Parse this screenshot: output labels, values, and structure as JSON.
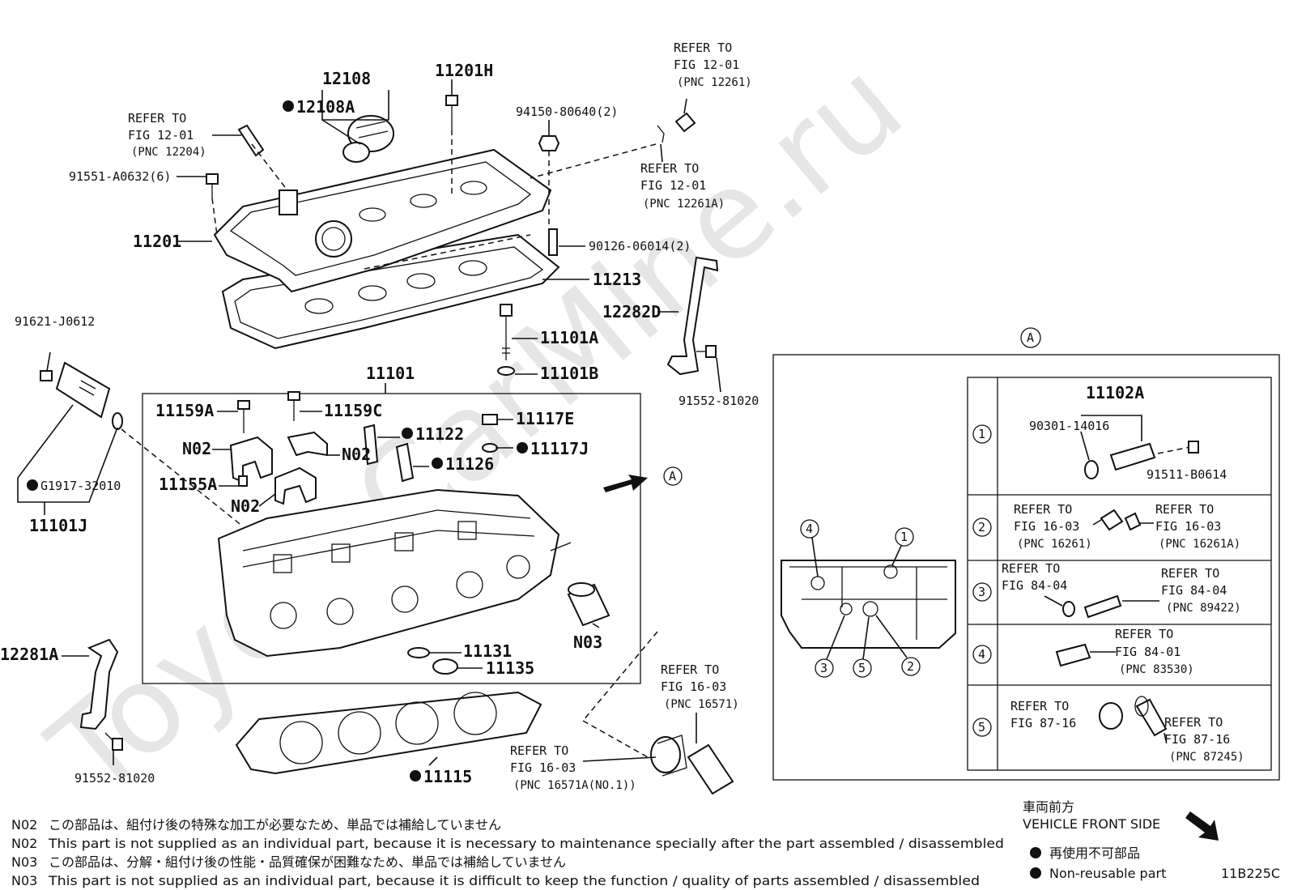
{
  "watermark": "ToyotaCarMine.ru",
  "labels": {
    "p12108": "12108",
    "p12108a": "12108A",
    "p11201h": "11201H",
    "p94150": "94150-80640(2)",
    "p91551": "91551-A0632(6)",
    "p11201": "11201",
    "p90126": "90126-06014(2)",
    "p11213": "11213",
    "p12282d": "12282D",
    "p91552a": "91552-81020",
    "p91621": "91621-J0612",
    "p11101a": "11101A",
    "p11101b": "11101B",
    "p11101": "11101",
    "p11159a": "11159A",
    "p11159c": "11159C",
    "p11122": "11122",
    "p11117e": "11117E",
    "p11117j": "11117J",
    "p11126": "11126",
    "n02a": "N02",
    "n02b": "N02",
    "n02c": "N02",
    "p11155a": "11155A",
    "pg1917": "G1917-32010",
    "p11101j": "11101J",
    "p11131": "11131",
    "p11135": "11135",
    "n03": "N03",
    "p12281a": "12281A",
    "p91552b": "91552-81020",
    "p11115": "11115",
    "view_a": "A",
    "detail_a": "A",
    "p11102a": "11102A",
    "p90301": "90301-14016",
    "p91511": "91511-B0614"
  },
  "refs": {
    "r1": {
      "line1": "REFER TO",
      "line2": "FIG 12-01",
      "pnc": "(PNC 12261)"
    },
    "r2": {
      "line1": "REFER TO",
      "line2": "FIG 12-01",
      "pnc": "(PNC 12204)"
    },
    "r3": {
      "line1": "REFER TO",
      "line2": "FIG 12-01",
      "pnc": "(PNC 12261A)"
    },
    "r4": {
      "line1": "REFER TO",
      "line2": "FIG 16-03",
      "pnc": "(PNC 16571)"
    },
    "r5": {
      "line1": "REFER TO",
      "line2": "FIG 16-03",
      "pnc": "(PNC 16571A(NO.1))"
    },
    "d2a": {
      "line1": "REFER TO",
      "line2": "FIG 16-03",
      "pnc": "(PNC 16261)"
    },
    "d2b": {
      "line1": "REFER TO",
      "line2": "FIG 16-03",
      "pnc": "(PNC 16261A)"
    },
    "d3a": {
      "line1": "REFER TO",
      "line2": "FIG 84-04"
    },
    "d3b": {
      "line1": "REFER TO",
      "line2": "FIG 84-04",
      "pnc": "(PNC 89422)"
    },
    "d4": {
      "line1": "REFER TO",
      "line2": "FIG 84-01",
      "pnc": "(PNC 83530)"
    },
    "d5a": {
      "line1": "REFER TO",
      "line2": "FIG 87-16"
    },
    "d5b": {
      "line1": "REFER TO",
      "line2": "FIG 87-16",
      "pnc": "(PNC 87245)"
    }
  },
  "detail_rows": [
    "1",
    "2",
    "3",
    "4",
    "5"
  ],
  "block_callouts": [
    "4",
    "1",
    "3",
    "5",
    "2"
  ],
  "notes": [
    {
      "code": "N02",
      "text": "この部品は、組付け後の特殊な加工が必要なため、単品では補給していません"
    },
    {
      "code": "N02",
      "text": "This part is not supplied as an individual part, because it is necessary to maintenance specially after the part assembled / disassembled"
    },
    {
      "code": "N03",
      "text": "この部品は、分解・組付け後の性能・品質確保が困難なため、単品では補給していません"
    },
    {
      "code": "N03",
      "text": "This part is not supplied as an individual part, because it is difficult to keep the function / quality of parts  assembled / disassembled"
    }
  ],
  "legend": {
    "front_jp": "車両前方",
    "front_en": "VEHICLE FRONT SIDE",
    "nonreuse_jp": "再使用不可部品",
    "nonreuse_en": "Non-reusable part"
  },
  "figure_code": "11B225C"
}
